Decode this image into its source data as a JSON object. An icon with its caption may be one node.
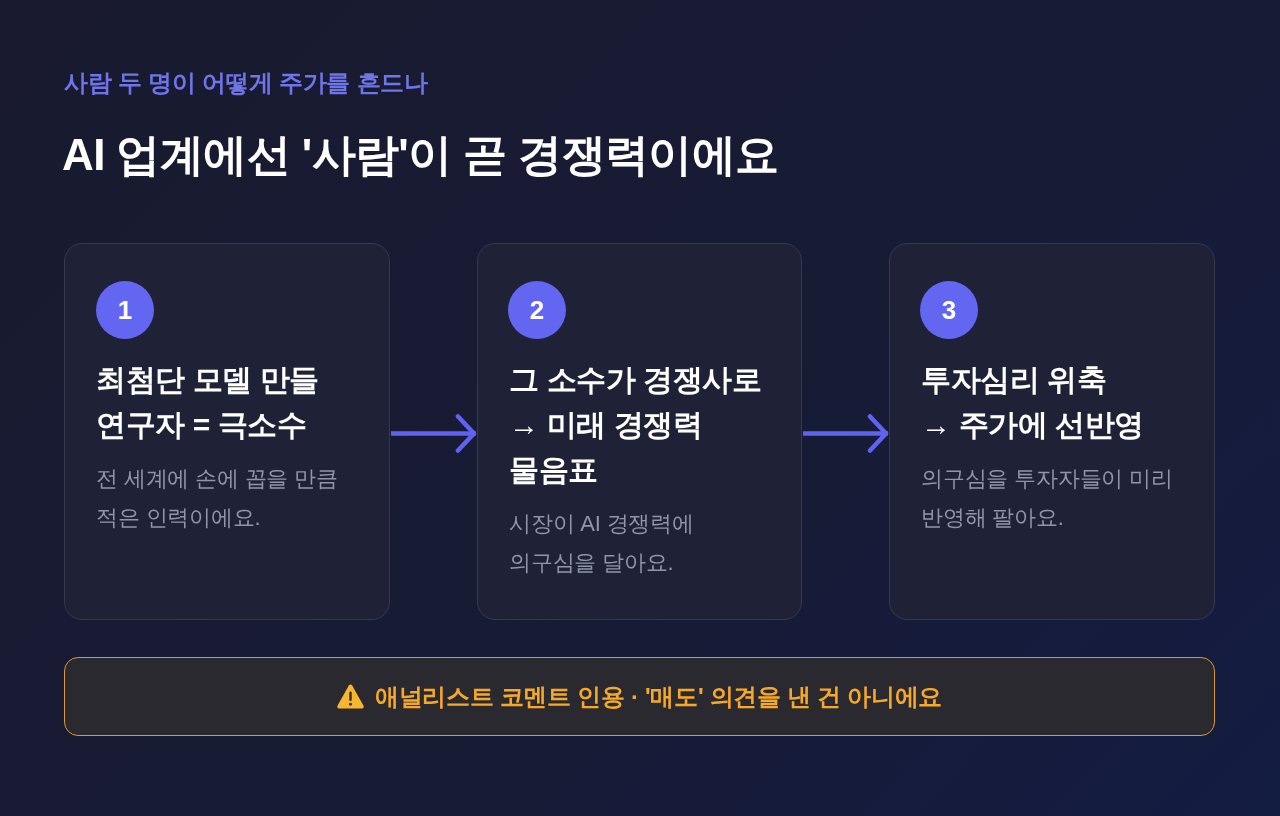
{
  "diagram": {
    "title": "AI 업계에선 '사람'이 곧 경쟁력이에요",
    "nodes": [
      {
        "text": [
          "최첨단 모델 만들 연구자 = 극소수",
          "전 세계에 손에 꼽을 만큼 적은 인력이에요."
        ]
      },
      {
        "text": [
          "1"
        ],
        "in": 0
      },
      {
        "text": [
          "그 소수가 경쟁사로 → 미래 경쟁력 물음표",
          "시장이 AI 경쟁력에 의구심을 달아요."
        ]
      },
      {
        "text": [
          "2"
        ],
        "in": 2
      },
      {
        "text": [
          "투자심리 위축 → 주가에 선반영",
          "의구심을 투자자들이 미리 반영해 팔아요."
        ]
      },
      {
        "text": [
          "3"
        ],
        "in": 4
      },
      {
        "text": [
          "애널리스트 코멘트 인용 · '매도' 의견을 낸 건 아니에요"
        ]
      }
    ],
    "edges": [
      {
        "from": 0,
        "to": 2,
        "arrow": "to"
      },
      {
        "from": 2,
        "to": 4,
        "arrow": "to"
      }
    ],
    "labels": [
      "사람 두 명이 어떻게 주가를 흔드나"
    ]
  }
}
